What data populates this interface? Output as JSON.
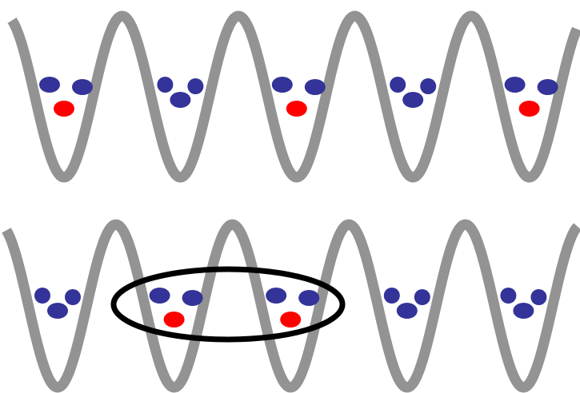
{
  "colors": {
    "background": "#ffffff",
    "potential": "#939393",
    "particle_blue": "#333399",
    "particle_red": "#ff0000",
    "ellipse": "#000000"
  },
  "rows": [
    {
      "name": "top-row",
      "wells": [
        {
          "blue": 2,
          "red": 1
        },
        {
          "blue": 3,
          "red": 0
        },
        {
          "blue": 2,
          "red": 1
        },
        {
          "blue": 3,
          "red": 0
        },
        {
          "blue": 2,
          "red": 1
        }
      ]
    },
    {
      "name": "bottom-row",
      "wells": [
        {
          "blue": 3,
          "red": 0
        },
        {
          "blue": 2,
          "red": 1
        },
        {
          "blue": 2,
          "red": 1
        },
        {
          "blue": 3,
          "red": 0
        },
        {
          "blue": 3,
          "red": 0
        }
      ],
      "highlighted_wells": [
        1,
        2
      ]
    }
  ]
}
